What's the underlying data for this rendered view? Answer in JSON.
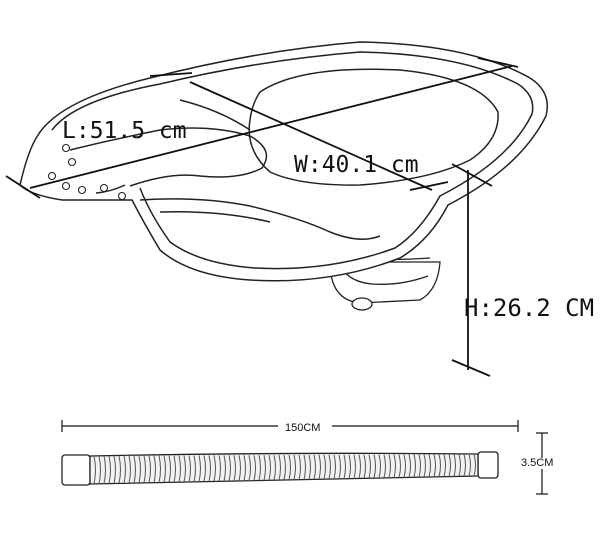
{
  "dimensions": {
    "length": "L:51.5 cm",
    "width": "W:40.1 cm",
    "height": "H:26.2 CM"
  },
  "hose": {
    "length": "150CM",
    "diameter": "3.5CM"
  },
  "colors": {
    "line": "#222222",
    "fill": "#ffffff",
    "shade": "#e6e6e6"
  }
}
